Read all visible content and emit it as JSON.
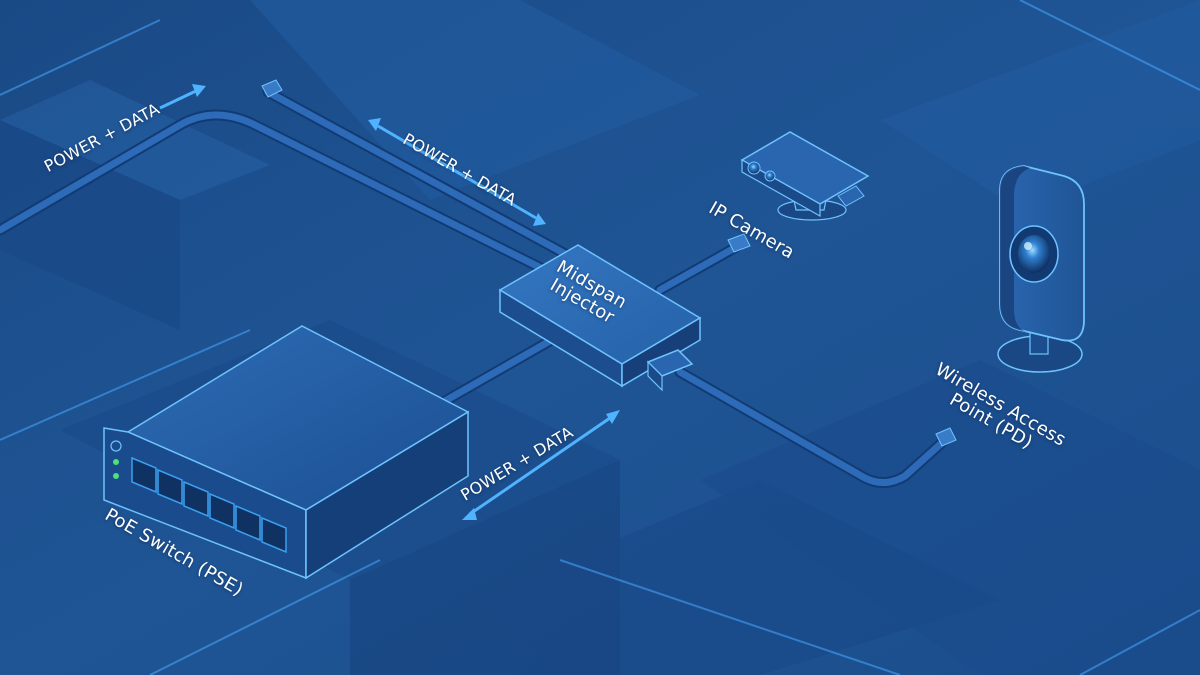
{
  "labels": {
    "power_data_top_left": "POWER + DATA",
    "power_data_top_middle": "POWER + DATA",
    "power_data_bottom": "POWER + DATA",
    "midspan_line1": "Midspan",
    "midspan_line2": "Injector",
    "ip_camera": "IP Camera",
    "wap_line1": "Wireless Access",
    "wap_line2": "Point (PD)",
    "poe_switch": "PoE Switch (PSE)"
  },
  "colors": {
    "background": "#1d4f8c",
    "device_edge": "#6ec3ff",
    "cable": "#2a67b3",
    "arrow": "#4fb3ff",
    "port_accent": "#3aa0f0",
    "status_led": "#4ee07a"
  },
  "icons": [
    "poe-switch-icon",
    "midspan-injector-icon",
    "ip-camera-icon",
    "wireless-access-point-icon",
    "double-arrow-icon"
  ]
}
